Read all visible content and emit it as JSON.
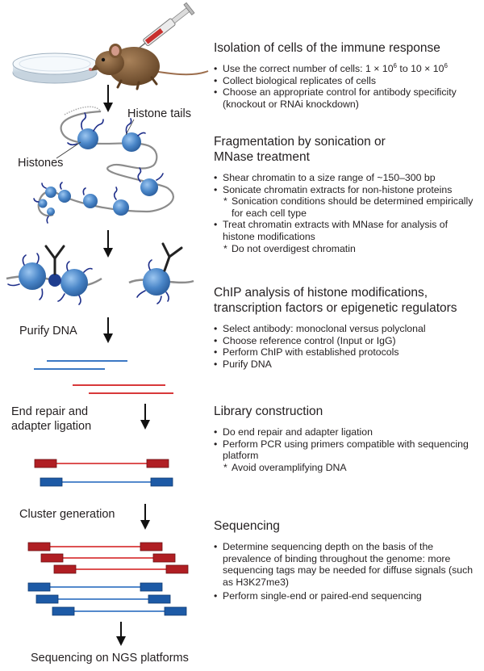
{
  "labels": {
    "histone_tails": "Histone tails",
    "histones": "Histones",
    "purify_dna": "Purify DNA",
    "end_repair": [
      "End repair and",
      "adapter ligation"
    ],
    "cluster_generation": "Cluster generation",
    "sequencing_ngs": "Sequencing on NGS platforms"
  },
  "steps": [
    {
      "title": [
        "Isolation of cells of the immune response"
      ],
      "items": [
        {
          "type": "bullet",
          "text": "Use the correct number of cells: 1 × 10⁶ to 10 × 10⁶"
        },
        {
          "type": "bullet",
          "text": "Collect biological replicates of cells"
        },
        {
          "type": "bullet",
          "text": "Choose an appropriate control for antibody specificity (knockout or RNAi knockdown)"
        }
      ]
    },
    {
      "title": [
        "Fragmentation by sonication or",
        "MNase treatment"
      ],
      "items": [
        {
          "type": "bullet",
          "text": "Shear chromatin to a size range of ~150–300 bp"
        },
        {
          "type": "bullet",
          "text": "Sonicate chromatin extracts for non-histone proteins"
        },
        {
          "type": "note",
          "text": "Sonication conditions should be determined empirically for each cell type"
        },
        {
          "type": "bullet",
          "text": "Treat chromatin extracts with MNase for analysis of histone modifications"
        },
        {
          "type": "note",
          "text": "Do not overdigest chromatin"
        }
      ]
    },
    {
      "title": [
        "ChIP analysis of histone modifications,",
        "transcription factors or epigenetic regulators"
      ],
      "items": [
        {
          "type": "bullet",
          "text": "Select antibody: monoclonal versus polyclonal"
        },
        {
          "type": "bullet",
          "text": "Choose reference control (Input or IgG)"
        },
        {
          "type": "bullet",
          "text": "Perform ChIP with established protocols"
        },
        {
          "type": "bullet",
          "text": "Purify DNA"
        }
      ]
    },
    {
      "title": [
        "Library construction"
      ],
      "items": [
        {
          "type": "bullet",
          "text": "Do end repair and adapter ligation"
        },
        {
          "type": "bullet",
          "text": "Perform PCR using primers compatible with sequencing platform"
        },
        {
          "type": "note",
          "text": "Avoid overamplifying DNA"
        }
      ]
    },
    {
      "title": [
        "Sequencing"
      ],
      "items": [
        {
          "type": "bullet",
          "text": "Determine sequencing depth on the basis of the prevalence of binding throughout the genome: more sequencing tags may be needed for diffuse signals (such as H3K27me3)"
        },
        {
          "type": "bullet",
          "text": "Perform single-end or paired-end sequencing"
        }
      ]
    }
  ],
  "colors": {
    "nucleosome": "#4a86c8",
    "tail": "#1f2f8a",
    "dna_strand": "#8c8c8c",
    "red": "#d8383a",
    "blue": "#3b78c4",
    "adapter_red": "#b01e23",
    "adapter_blue": "#1d5aa6",
    "mouse": "#8a6239",
    "text": "#231f20"
  }
}
